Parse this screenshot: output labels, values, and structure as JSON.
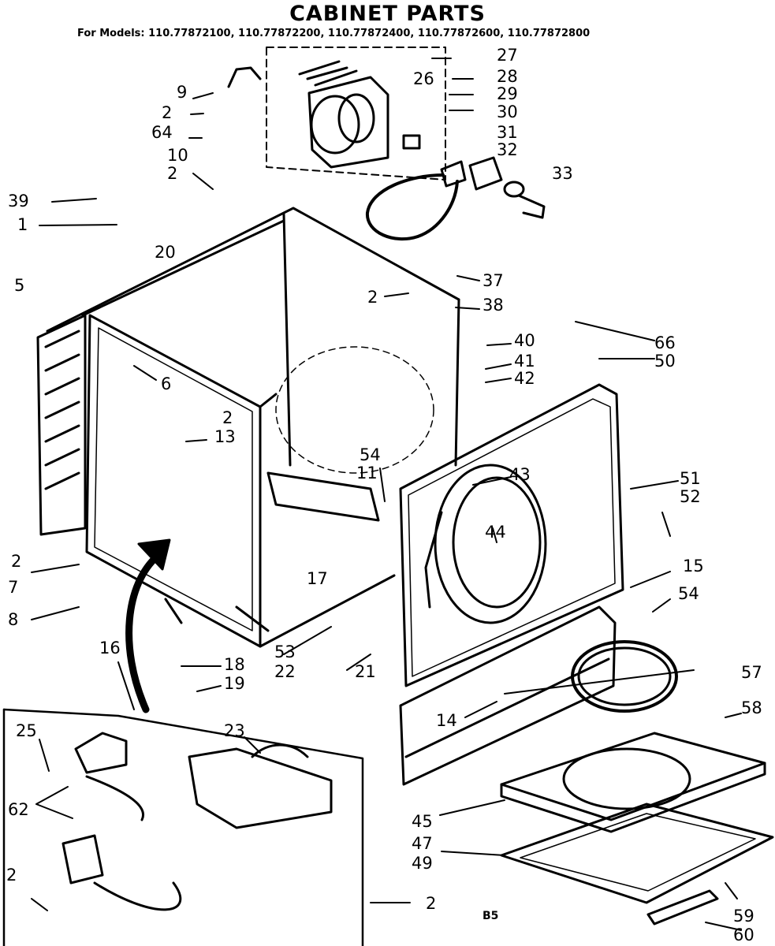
{
  "title": "CABINET PARTS",
  "subtitle": "For Models: 110.77872100, 110.77872200, 110.77872400, 110.77872600, 110.77872800",
  "page_code": "B5",
  "labels": {
    "l27": "27",
    "l28": "28",
    "l29": "29",
    "l30": "30",
    "l31": "31",
    "l32": "32",
    "l33": "33",
    "l26": "26",
    "l9": "9",
    "l2a": "2",
    "l64": "64",
    "l10": "10",
    "l2b": "2",
    "l39": "39",
    "l1": "1",
    "l20": "20",
    "l5": "5",
    "l37": "37",
    "l2c": "2",
    "l38": "38",
    "l66": "66",
    "l40": "40",
    "l50": "50",
    "l41": "41",
    "l42": "42",
    "l6": "6",
    "l2d": "2",
    "l13": "13",
    "l54a": "54",
    "l11": "11",
    "l43": "43",
    "l51": "51",
    "l52": "52",
    "l44": "44",
    "l2e": "2",
    "l7": "7",
    "l17": "17",
    "l15": "15",
    "l54b": "54",
    "l8": "8",
    "l16": "16",
    "l53": "53",
    "l18": "18",
    "l22": "22",
    "l21": "21",
    "l19": "19",
    "l57": "57",
    "l14": "14",
    "l58": "58",
    "l25": "25",
    "l23": "23",
    "l62": "62",
    "l45": "45",
    "l47": "47",
    "l49": "49",
    "l2f": "2",
    "l2g": "2",
    "l59": "59",
    "l60": "60"
  }
}
